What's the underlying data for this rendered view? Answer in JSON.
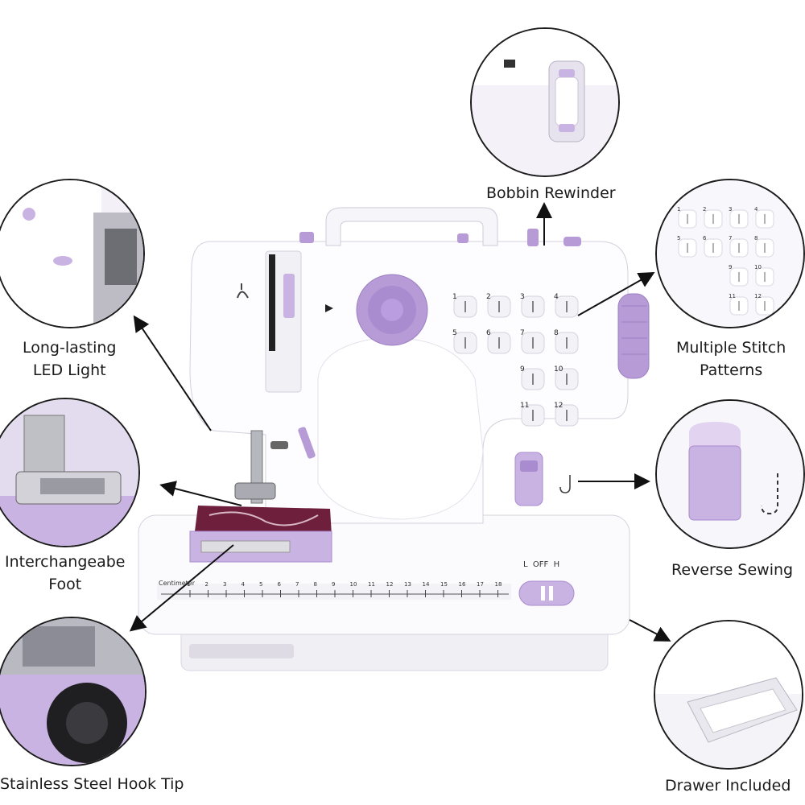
{
  "labels": {
    "bobbin": "Bobbin Rewinder",
    "led_line1": "Long-lasting",
    "led_line2": "LED Light",
    "stitch_line1": "Multiple Stitch",
    "stitch_line2": "Patterns",
    "foot_line1": "Interchangeabe",
    "foot_line2": "Foot",
    "reverse": "Reverse Sewing",
    "hook": "Stainless Steel Hook Tip",
    "drawer": "Drawer Included"
  },
  "machine": {
    "switch_label": "L  OFF  H",
    "ruler_label": "Centimeter",
    "ruler_numbers": [
      "1",
      "2",
      "3",
      "4",
      "5",
      "6",
      "7",
      "8",
      "9",
      "10",
      "11",
      "12",
      "13",
      "14",
      "15",
      "16",
      "17",
      "18"
    ],
    "stitch_numbers": [
      "1",
      "2",
      "3",
      "4",
      "5",
      "6",
      "7",
      "8",
      "9",
      "10",
      "11",
      "12"
    ]
  },
  "colors": {
    "accent": "#b79bd6",
    "accent_dark": "#8e6bb8",
    "body": "#f7f6fa",
    "fabric": "#6e1f3c"
  }
}
